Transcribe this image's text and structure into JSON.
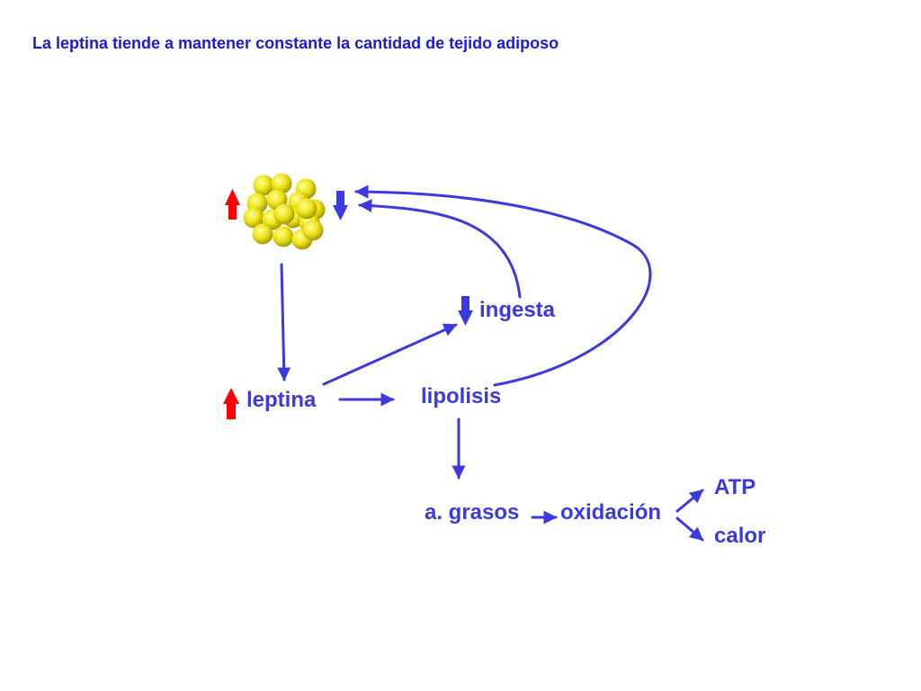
{
  "title": "La leptina tiende a mantener constante la cantidad de tejido adiposo",
  "nodes": {
    "adipose": {
      "icon": "adipose-cell-cluster-icon"
    },
    "leptina": {
      "label": "leptina",
      "indicator": "up"
    },
    "ingesta": {
      "label": "ingesta",
      "indicator": "down"
    },
    "lipolisis": {
      "label": "lipolisis"
    },
    "grasos": {
      "label": "a. grasos"
    },
    "oxidacion": {
      "label": "oxidación"
    },
    "atp": {
      "label": "ATP"
    },
    "calor": {
      "label": "calor"
    }
  },
  "adipose_indicators": {
    "left": "up",
    "right": "down"
  },
  "edges": [
    {
      "from": "adipose",
      "to": "leptina"
    },
    {
      "from": "leptina",
      "to": "lipolisis"
    },
    {
      "from": "leptina",
      "to": "ingesta"
    },
    {
      "from": "ingesta",
      "to": "adipose"
    },
    {
      "from": "lipolisis",
      "to": "adipose"
    },
    {
      "from": "lipolisis",
      "to": "grasos"
    },
    {
      "from": "grasos",
      "to": "oxidacion"
    },
    {
      "from": "oxidacion",
      "to": "atp"
    },
    {
      "from": "oxidacion",
      "to": "calor"
    }
  ],
  "colors": {
    "title": "#1a1adb",
    "text": "#3a3ae0",
    "arrow": "#3a3ae0",
    "up_arrow": "#ff0000",
    "down_arrow": "#3a3ae0",
    "sphere_light": "#ffff66",
    "sphere_dark": "#b0a800"
  }
}
